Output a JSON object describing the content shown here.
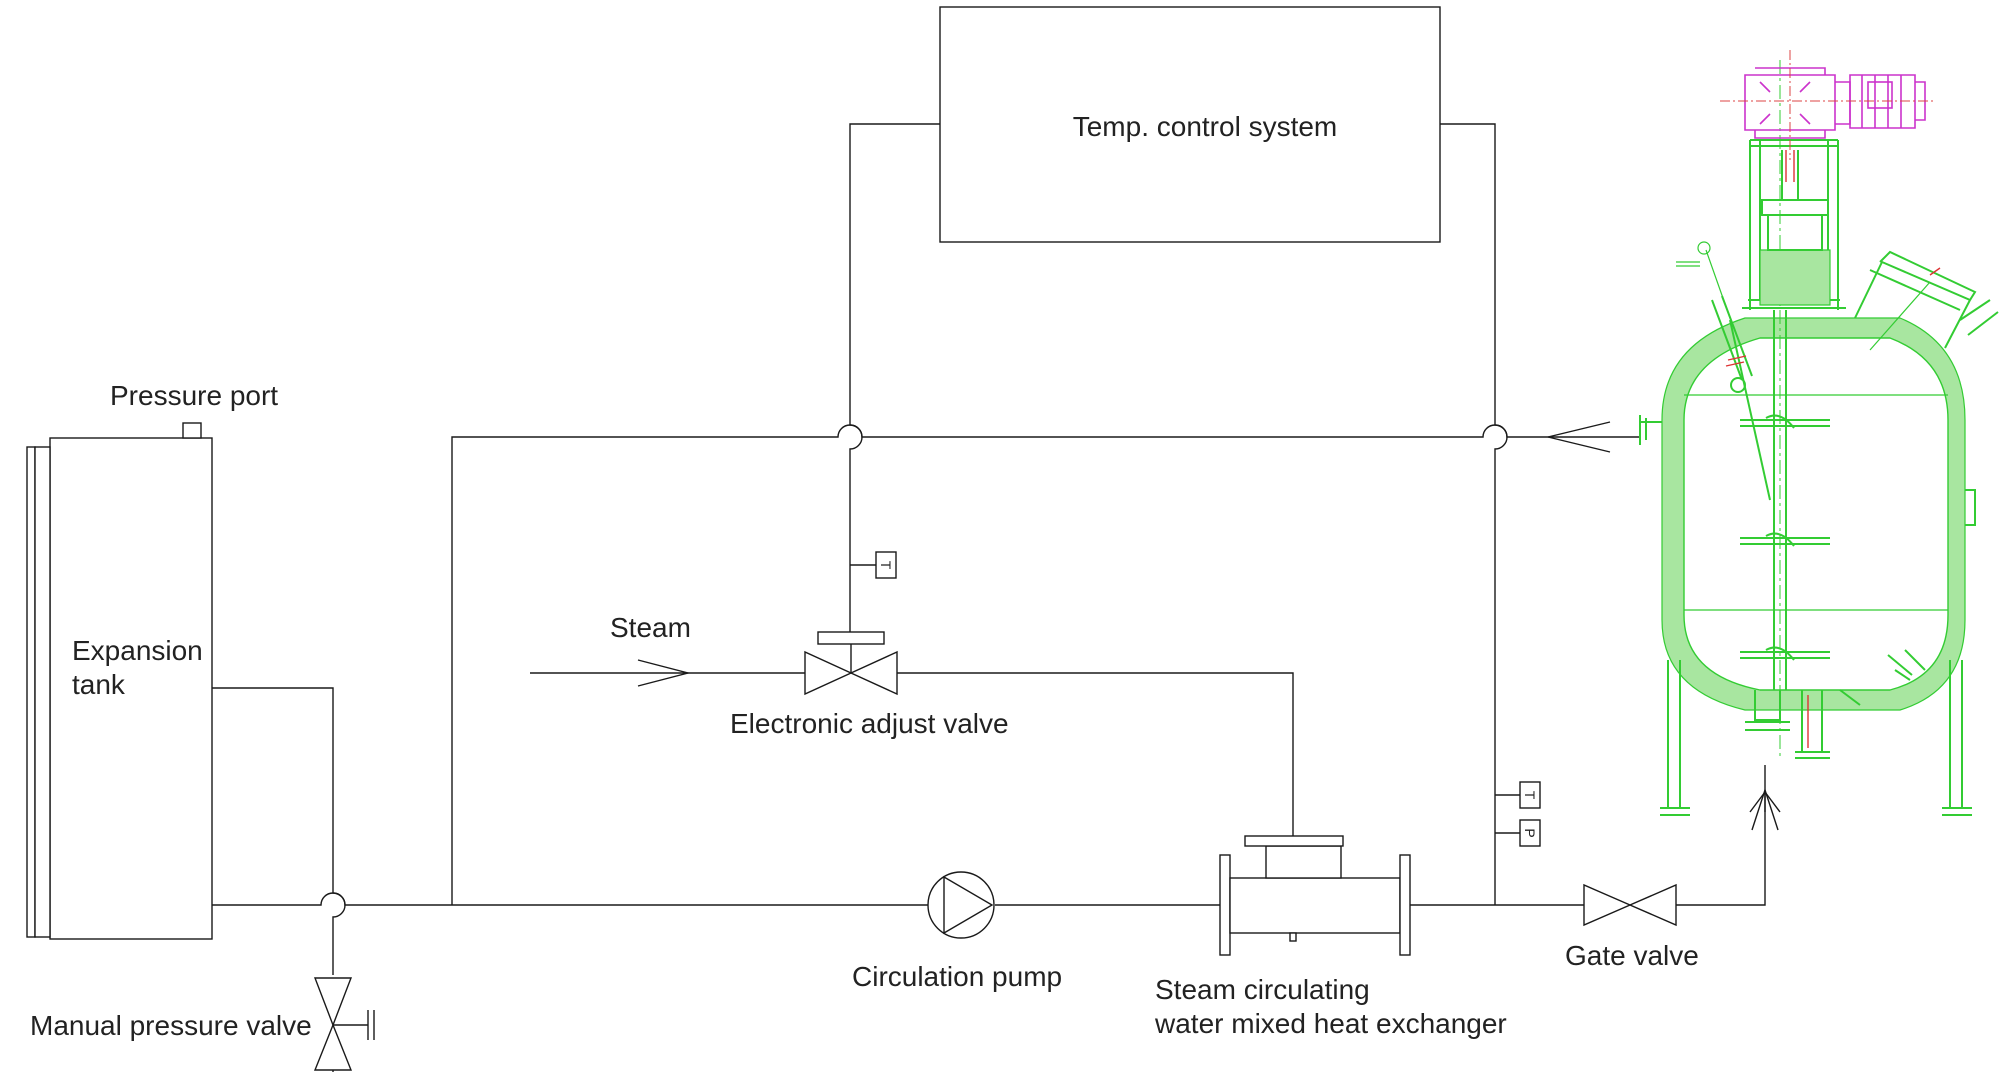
{
  "labels": {
    "temp_control": "Temp. control system",
    "pressure_port": "Pressure port",
    "expansion_tank_line1": "Expansion",
    "expansion_tank_line2": "tank",
    "steam": "Steam",
    "electronic_valve": "Electronic adjust valve",
    "circulation_pump": "Circulation pump",
    "heat_exchanger_line1": "Steam circulating",
    "heat_exchanger_line2": "water mixed heat exchanger",
    "gate_valve": "Gate valve",
    "manual_valve": "Manual pressure valve"
  },
  "sensors": {
    "temp_sensor_upper": "T",
    "temp_sensor_lower": "T",
    "pressure_sensor": "P"
  },
  "colors": {
    "line": "#1a1a1a",
    "reactor": "#33cc33",
    "reactor_insulation": "#a8e6a0",
    "motor": "#cc33cc",
    "accent": "#dd3333"
  }
}
